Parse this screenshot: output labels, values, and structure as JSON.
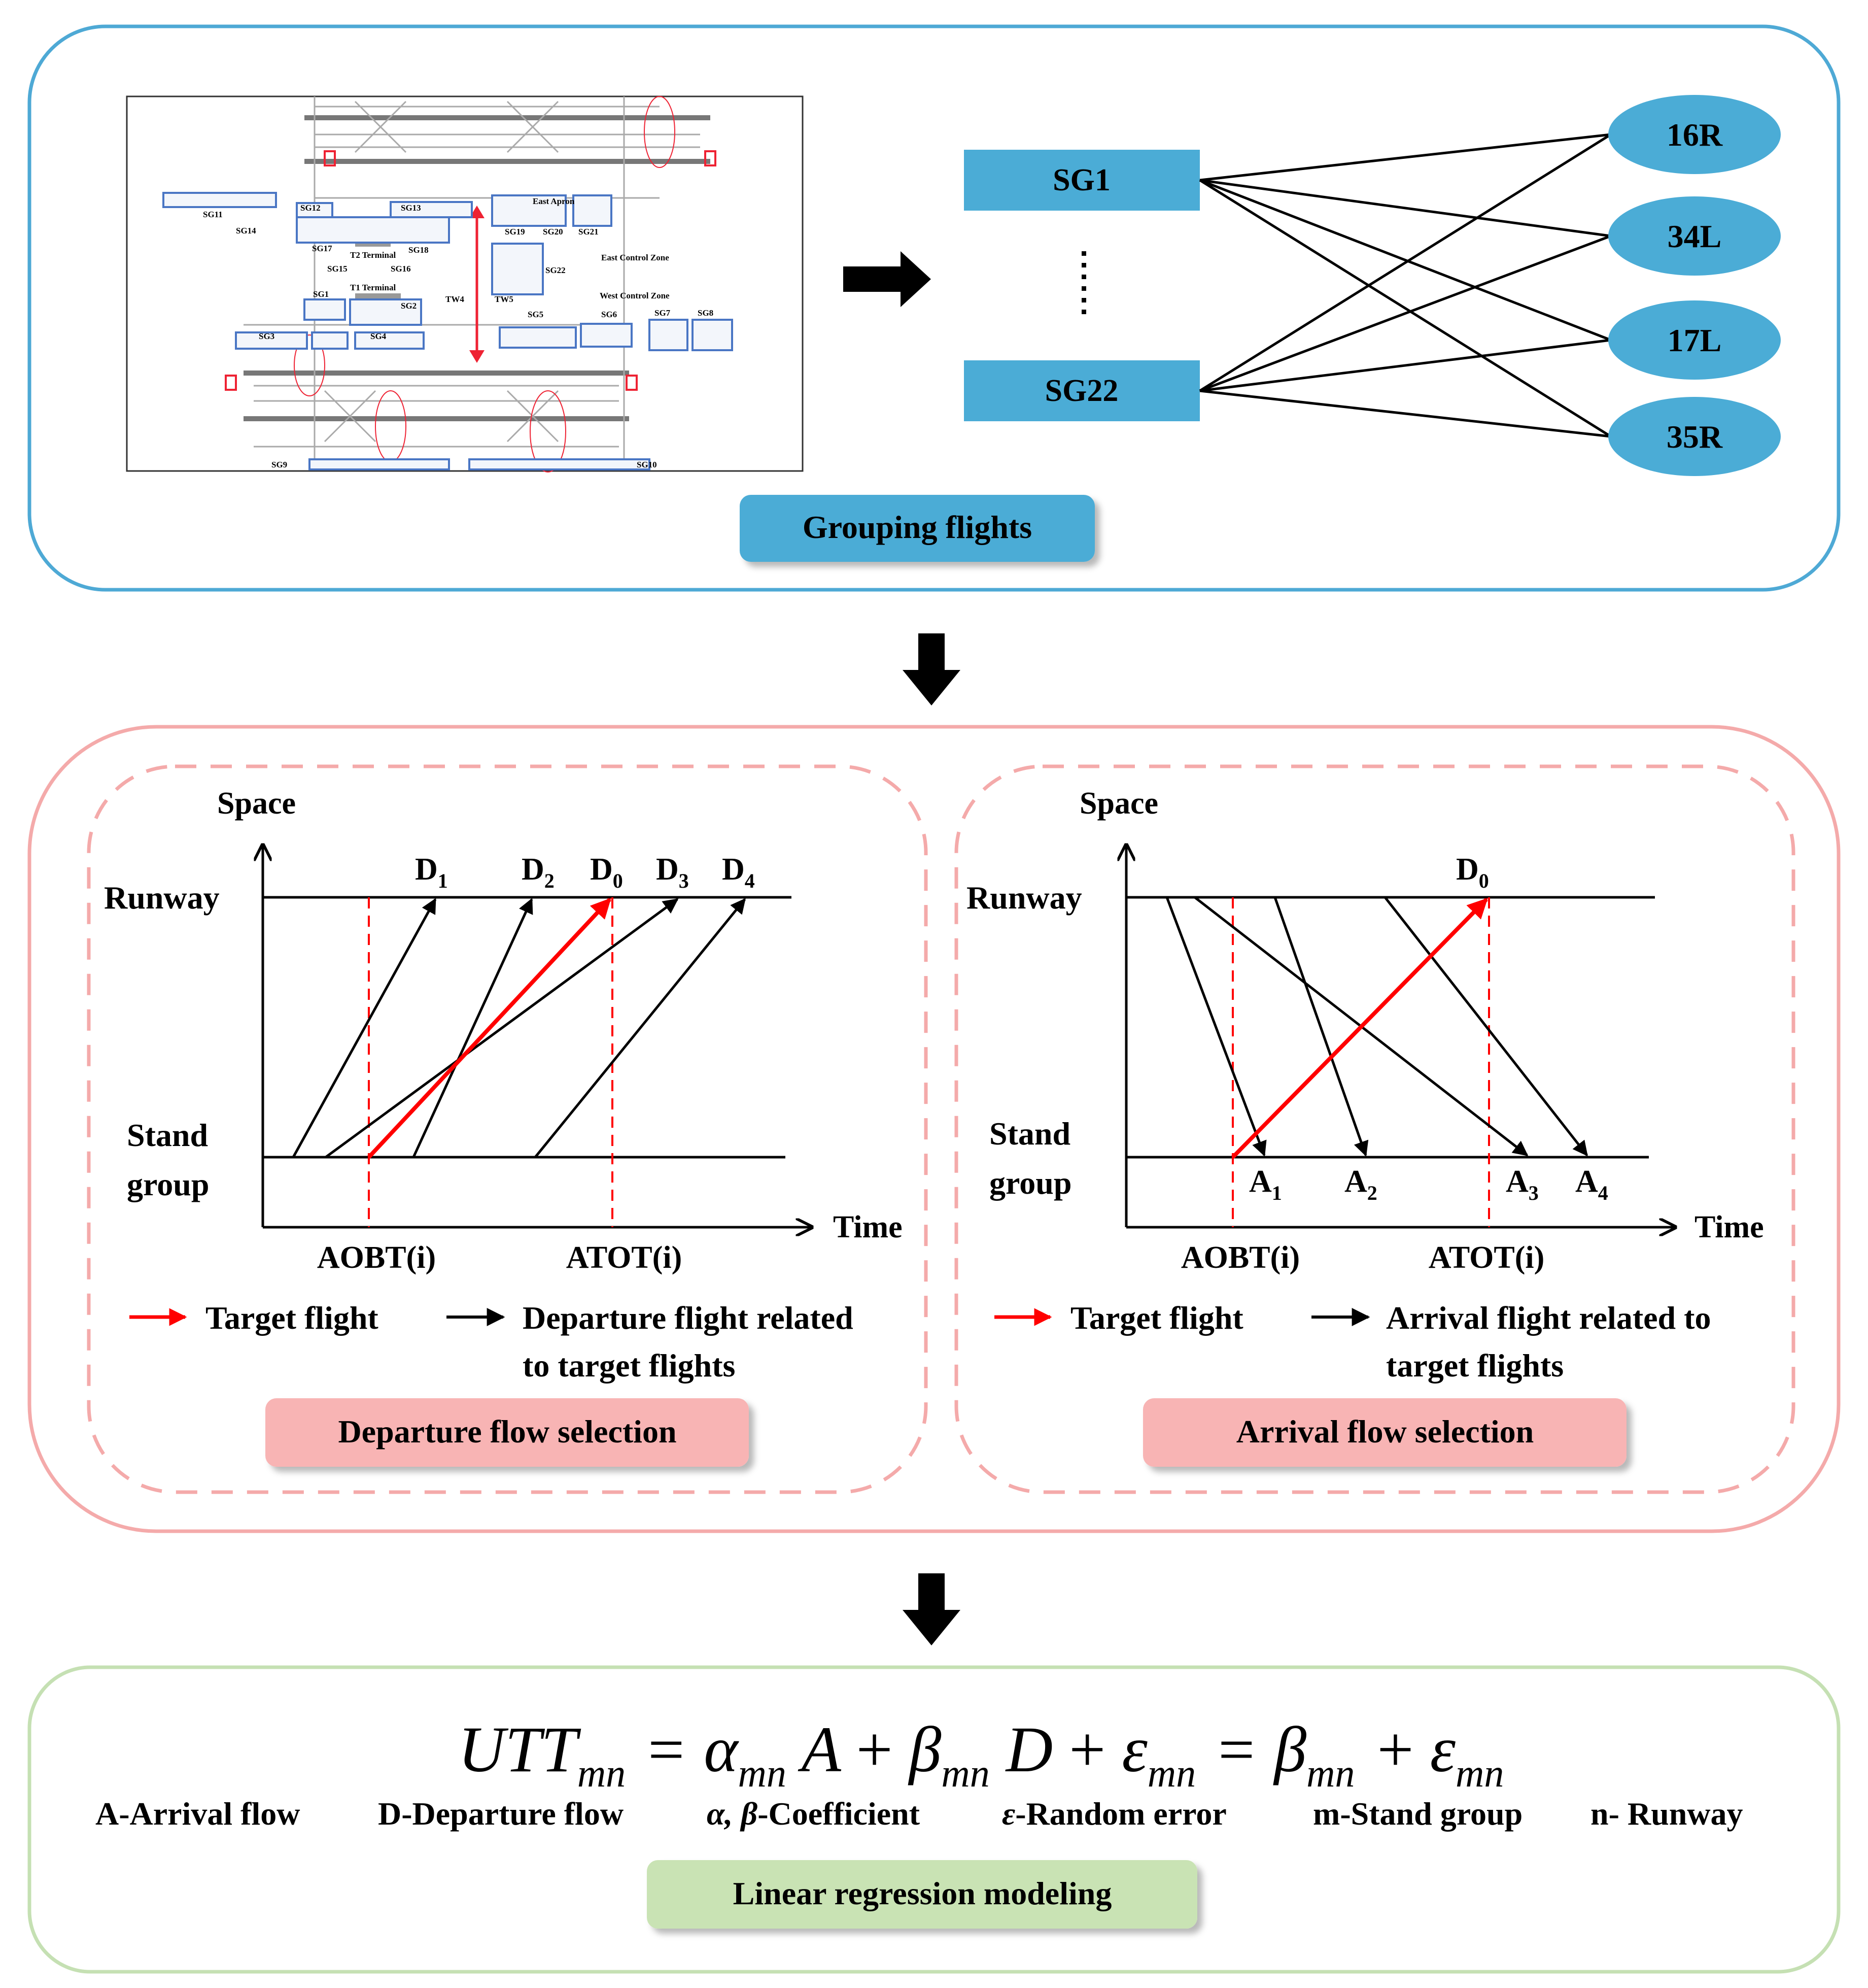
{
  "panel1": {
    "map": {
      "texts": [
        "SG11",
        "SG14",
        "SG12",
        "SG13",
        "SG17",
        "T2 Terminal",
        "SG15",
        "SG16",
        "SG18",
        "SG19",
        "SG20",
        "SG21",
        "SG22",
        "East Apron",
        "East Control Zone",
        "West Control Zone",
        "T1 Terminal",
        "SG1",
        "SG2",
        "TW4",
        "TW5",
        "SG3",
        "SG4",
        "SG5",
        "SG6",
        "SG7",
        "SG8",
        "SG9",
        "SG10"
      ]
    },
    "groups": [
      "SG1",
      "SG22"
    ],
    "runways": [
      "16R",
      "34L",
      "17L",
      "35R"
    ],
    "label": "Grouping flights"
  },
  "departure": {
    "y_title": "Space",
    "x_title": "Time",
    "runway_label": "Runway",
    "stand_label_1": "Stand",
    "stand_label_2": "group",
    "aobt": "AOBT(i)",
    "atot": "ATOT(i)",
    "flights": [
      {
        "base": "D",
        "sub": "1"
      },
      {
        "base": "D",
        "sub": "2"
      },
      {
        "base": "D",
        "sub": "0"
      },
      {
        "base": "D",
        "sub": "3"
      },
      {
        "base": "D",
        "sub": "4"
      }
    ],
    "legend_target": "Target flight",
    "legend_related_1": "Departure flight related",
    "legend_related_2": "to target flights",
    "label": "Departure flow selection"
  },
  "arrival": {
    "y_title": "Space",
    "x_title": "Time",
    "runway_label": "Runway",
    "stand_label_1": "Stand",
    "stand_label_2": "group",
    "aobt": "AOBT(i)",
    "atot": "ATOT(i)",
    "target": {
      "base": "D",
      "sub": "0"
    },
    "flights": [
      {
        "base": "A",
        "sub": "1"
      },
      {
        "base": "A",
        "sub": "2"
      },
      {
        "base": "A",
        "sub": "3"
      },
      {
        "base": "A",
        "sub": "4"
      }
    ],
    "legend_target": "Target flight",
    "legend_related_1": "Arrival flight related to",
    "legend_related_2": "target flights",
    "label": "Arrival flow selection"
  },
  "model": {
    "equation": {
      "utt": "UTT",
      "eq": "=",
      "alpha": "α",
      "a": "A",
      "plus": "+",
      "beta": "β",
      "d": "D",
      "eps": "ε",
      "sub": "mn"
    },
    "legend": {
      "arrival": "A-Arrival flow",
      "departure": "D-Departure flow",
      "coef_sym": "α, β",
      "coef_text": "-Coefficient",
      "error_sym": "ε",
      "error_text": "-Random error",
      "stand": "m-Stand group",
      "runway": "n- Runway"
    },
    "label": "Linear regression modeling"
  },
  "colors": {
    "panel1_border": "#4EA9D5",
    "node_fill": "#4BACD6",
    "panel2_border": "#F4AAAA",
    "pink_button": "#F8B4B4",
    "panel3_border": "#C5E0B3",
    "green_button": "#C9E3B4",
    "target_red": "#FF0000"
  }
}
